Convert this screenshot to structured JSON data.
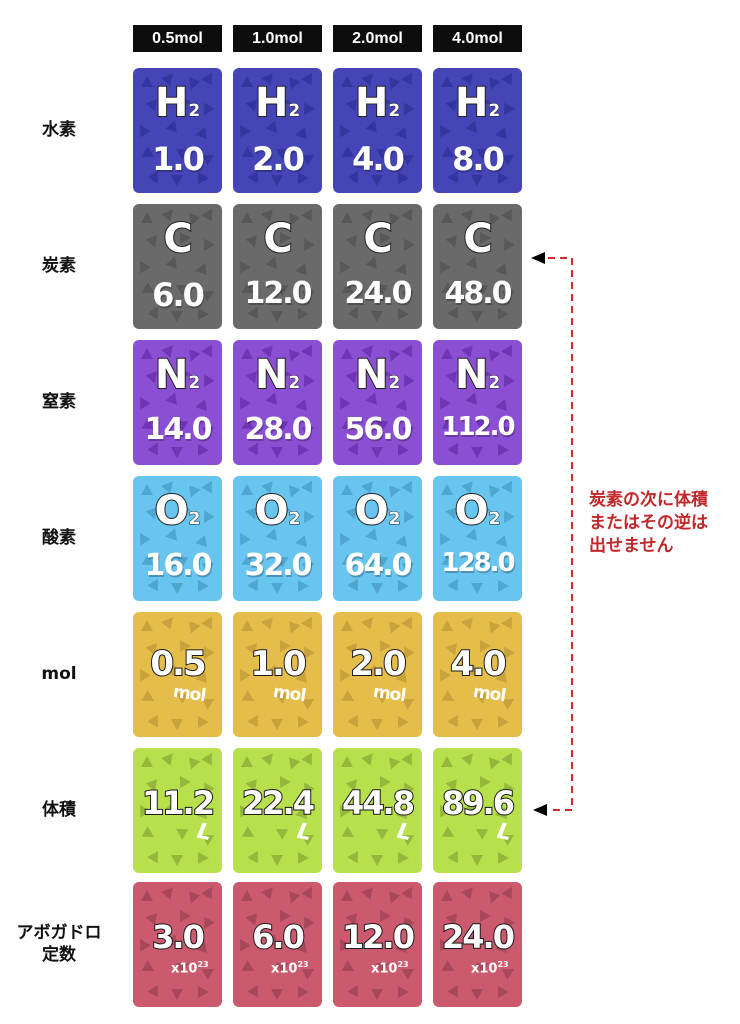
{
  "columns": [
    "0.5mol",
    "1.0mol",
    "2.0mol",
    "4.0mol"
  ],
  "rows": [
    {
      "label": "水素",
      "type": "element",
      "symbol": "H",
      "subscript": "2",
      "values": [
        "1.0",
        "2.0",
        "4.0",
        "8.0"
      ],
      "color": "#4545b8",
      "tri": "#3535a0"
    },
    {
      "label": "炭素",
      "type": "element",
      "symbol": "C",
      "subscript": "",
      "values": [
        "6.0",
        "12.0",
        "24.0",
        "48.0"
      ],
      "color": "#6a6a6a",
      "tri": "#585858"
    },
    {
      "label": "窒素",
      "type": "element",
      "symbol": "N",
      "subscript": "2",
      "values": [
        "14.0",
        "28.0",
        "56.0",
        "112.0"
      ],
      "color": "#8a4fd3",
      "tri": "#7035b5"
    },
    {
      "label": "酸素",
      "type": "element",
      "symbol": "O",
      "subscript": "2",
      "values": [
        "16.0",
        "32.0",
        "64.0",
        "128.0"
      ],
      "color": "#68c5ef",
      "tri": "#4fa6cf"
    },
    {
      "label": "mol",
      "type": "amount",
      "unit": "mol",
      "values": [
        "0.5",
        "1.0",
        "2.0",
        "4.0"
      ],
      "color": "#e5bd4a",
      "tri": "#c8a23a"
    },
    {
      "label": "体積",
      "type": "volume",
      "unit": "L",
      "values": [
        "11.2",
        "22.4",
        "44.8",
        "89.6"
      ],
      "color": "#b8e04d",
      "tri": "#95b83c"
    },
    {
      "label": "アボガドロ\n定数",
      "type": "avogadro",
      "unit": "x10",
      "exponent": "23",
      "values": [
        "3.0",
        "6.0",
        "12.0",
        "24.0"
      ],
      "color": "#cc5a6e",
      "tri": "#a8475a"
    }
  ],
  "note": {
    "lines": [
      "炭素の次に体積",
      "またはその逆は",
      "出せません"
    ],
    "color": "#c0282b",
    "connects": [
      "炭素",
      "体積"
    ]
  }
}
